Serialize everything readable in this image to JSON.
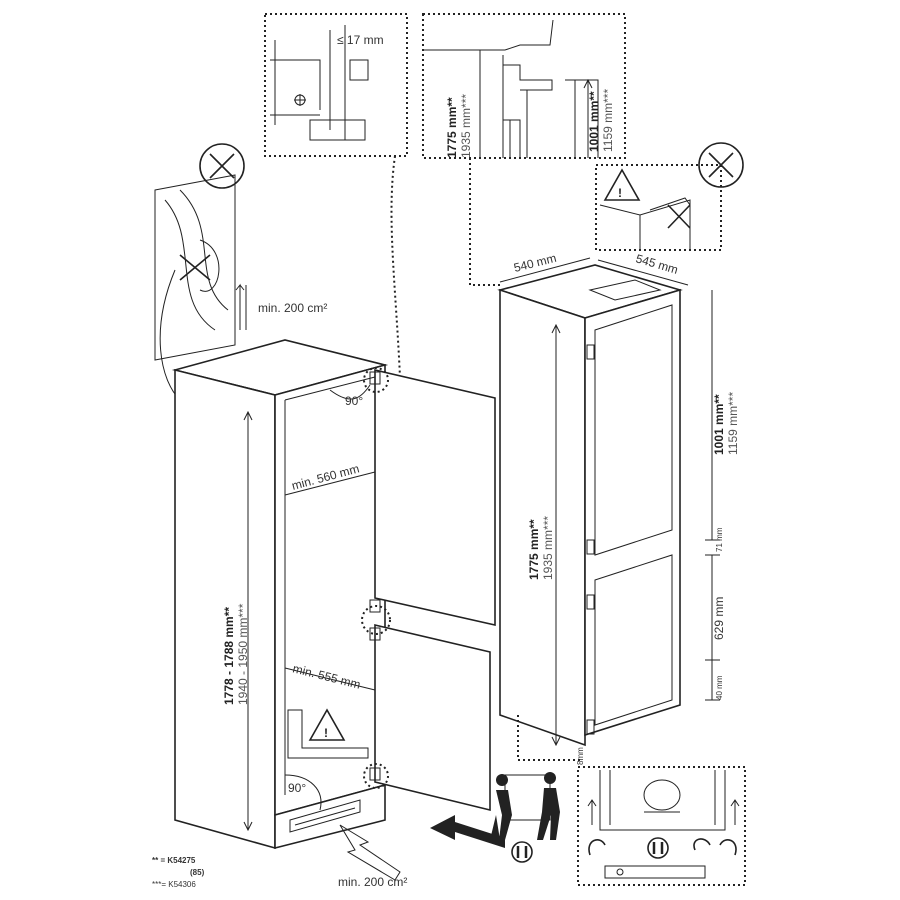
{
  "detail_top_left": {
    "gap_label": "≤ 17 mm"
  },
  "detail_top_right": {
    "height_total_k54275": "1775 mm**",
    "height_total_k54306": "1935 mm***",
    "height_upper_k54275": "1001 mm**",
    "height_upper_k54306": "1159 mm***"
  },
  "niche": {
    "vent_top": "min. 200 cm²",
    "vent_bottom": "min. 200 cm²",
    "door_angle_top": "90°",
    "door_angle_bottom": "90°",
    "width_top": "min. 560 mm",
    "width_bottom": "min. 555 mm",
    "height_k54275": "1778 - 1788 mm**",
    "height_k54306": "1940 - 1950 mm***"
  },
  "appliance": {
    "width": "540 mm",
    "depth": "545 mm",
    "height_total_k54275": "1775 mm**",
    "height_total_k54306": "1935 mm***",
    "height_upper_k54275": "1001 mm**",
    "height_upper_k54306": "1159 mm***",
    "gap_middle": "71 mm",
    "height_lower": "629 mm",
    "gap_bottom": "40 mm",
    "gap_floor": "8mm"
  },
  "footnotes": {
    "k54275": "** = K54275",
    "k54275_sub": "(85)",
    "k54306": "***= K54306"
  },
  "icons": [
    "prohibited-icon",
    "warning-icon",
    "two-person-lift-icon",
    "pause-icon",
    "compressor-icon",
    "level-icon",
    "arrow-icon"
  ]
}
